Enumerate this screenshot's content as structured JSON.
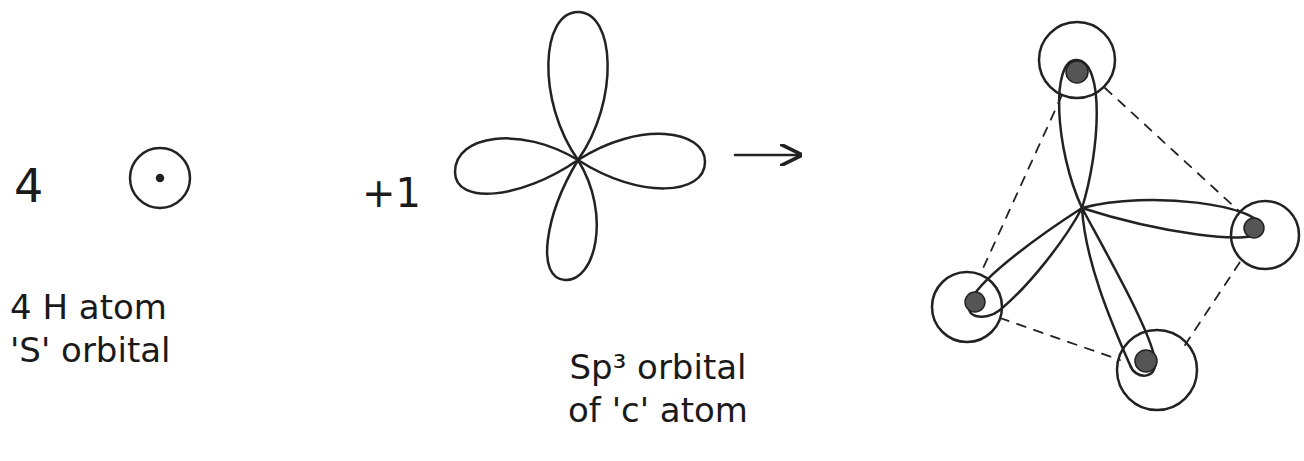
{
  "diagram": {
    "labels": [
      "4",
      "+1",
      "4 H atom 'S' orbital",
      "Sp³ orbital of 'c' atom"
    ]
  }
}
